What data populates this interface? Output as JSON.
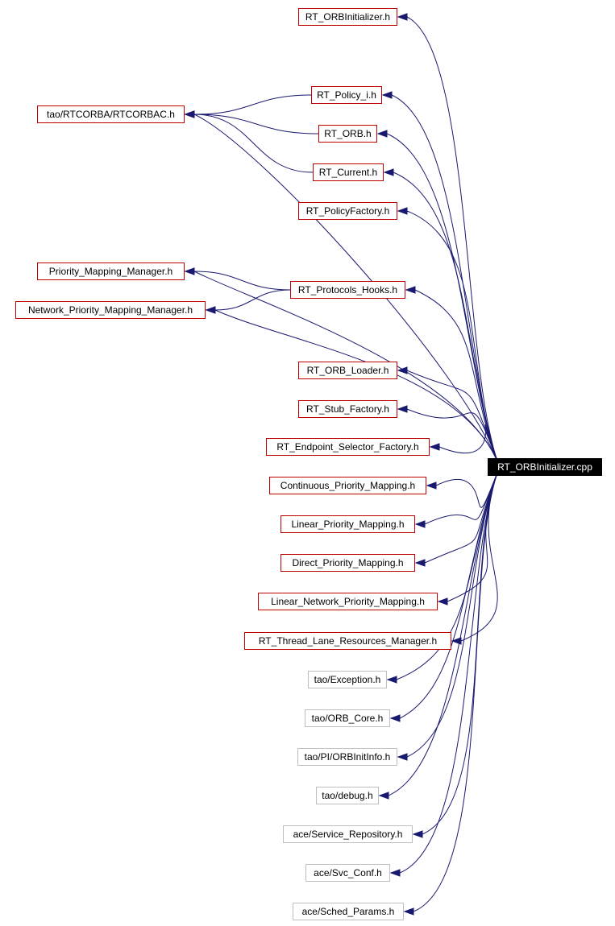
{
  "root": {
    "id": "root",
    "label": "RT_ORBInitializer.cpp"
  },
  "nodes": [
    {
      "id": "n_orbinit_h",
      "label": "RT_ORBInitializer.h",
      "style": "red"
    },
    {
      "id": "n_rtcorbac",
      "label": "tao/RTCORBA/RTCORBAC.h",
      "style": "red"
    },
    {
      "id": "n_policy_i",
      "label": "RT_Policy_i.h",
      "style": "red"
    },
    {
      "id": "n_orb",
      "label": "RT_ORB.h",
      "style": "red"
    },
    {
      "id": "n_current",
      "label": "RT_Current.h",
      "style": "red"
    },
    {
      "id": "n_policyfactory",
      "label": "RT_PolicyFactory.h",
      "style": "red"
    },
    {
      "id": "n_pmm",
      "label": "Priority_Mapping_Manager.h",
      "style": "red"
    },
    {
      "id": "n_protocols",
      "label": "RT_Protocols_Hooks.h",
      "style": "red"
    },
    {
      "id": "n_npmm",
      "label": "Network_Priority_Mapping_Manager.h",
      "style": "red"
    },
    {
      "id": "n_orb_loader",
      "label": "RT_ORB_Loader.h",
      "style": "red"
    },
    {
      "id": "n_stub",
      "label": "RT_Stub_Factory.h",
      "style": "red"
    },
    {
      "id": "n_endpoint",
      "label": "RT_Endpoint_Selector_Factory.h",
      "style": "red"
    },
    {
      "id": "n_continuous",
      "label": "Continuous_Priority_Mapping.h",
      "style": "red"
    },
    {
      "id": "n_linear",
      "label": "Linear_Priority_Mapping.h",
      "style": "red"
    },
    {
      "id": "n_direct",
      "label": "Direct_Priority_Mapping.h",
      "style": "red"
    },
    {
      "id": "n_linear_net",
      "label": "Linear_Network_Priority_Mapping.h",
      "style": "red"
    },
    {
      "id": "n_thread_lane",
      "label": "RT_Thread_Lane_Resources_Manager.h",
      "style": "red"
    },
    {
      "id": "n_exception",
      "label": "tao/Exception.h",
      "style": "grey"
    },
    {
      "id": "n_orb_core",
      "label": "tao/ORB_Core.h",
      "style": "grey"
    },
    {
      "id": "n_orbinitinfo",
      "label": "tao/PI/ORBInitInfo.h",
      "style": "grey"
    },
    {
      "id": "n_debug",
      "label": "tao/debug.h",
      "style": "grey"
    },
    {
      "id": "n_service_repo",
      "label": "ace/Service_Repository.h",
      "style": "grey"
    },
    {
      "id": "n_svc_conf",
      "label": "ace/Svc_Conf.h",
      "style": "grey"
    },
    {
      "id": "n_sched_params",
      "label": "ace/Sched_Params.h",
      "style": "grey"
    }
  ],
  "edges": [
    [
      "root",
      "n_orbinit_h"
    ],
    [
      "root",
      "n_rtcorbac"
    ],
    [
      "root",
      "n_policy_i"
    ],
    [
      "root",
      "n_orb"
    ],
    [
      "root",
      "n_current"
    ],
    [
      "root",
      "n_policyfactory"
    ],
    [
      "root",
      "n_pmm"
    ],
    [
      "root",
      "n_protocols"
    ],
    [
      "root",
      "n_npmm"
    ],
    [
      "root",
      "n_orb_loader"
    ],
    [
      "root",
      "n_stub"
    ],
    [
      "root",
      "n_endpoint"
    ],
    [
      "root",
      "n_continuous"
    ],
    [
      "root",
      "n_linear"
    ],
    [
      "root",
      "n_direct"
    ],
    [
      "root",
      "n_linear_net"
    ],
    [
      "root",
      "n_thread_lane"
    ],
    [
      "root",
      "n_exception"
    ],
    [
      "root",
      "n_orb_core"
    ],
    [
      "root",
      "n_orbinitinfo"
    ],
    [
      "root",
      "n_debug"
    ],
    [
      "root",
      "n_service_repo"
    ],
    [
      "root",
      "n_svc_conf"
    ],
    [
      "root",
      "n_sched_params"
    ],
    [
      "n_policy_i",
      "n_rtcorbac"
    ],
    [
      "n_orb",
      "n_rtcorbac"
    ],
    [
      "n_current",
      "n_rtcorbac"
    ],
    [
      "n_protocols",
      "n_pmm"
    ],
    [
      "n_protocols",
      "n_npmm"
    ]
  ],
  "colors": {
    "edge": "#191970",
    "red_border": "#c00000",
    "grey_border": "#bfbfbf",
    "root_fill": "#000000",
    "root_text": "#ffffff"
  }
}
